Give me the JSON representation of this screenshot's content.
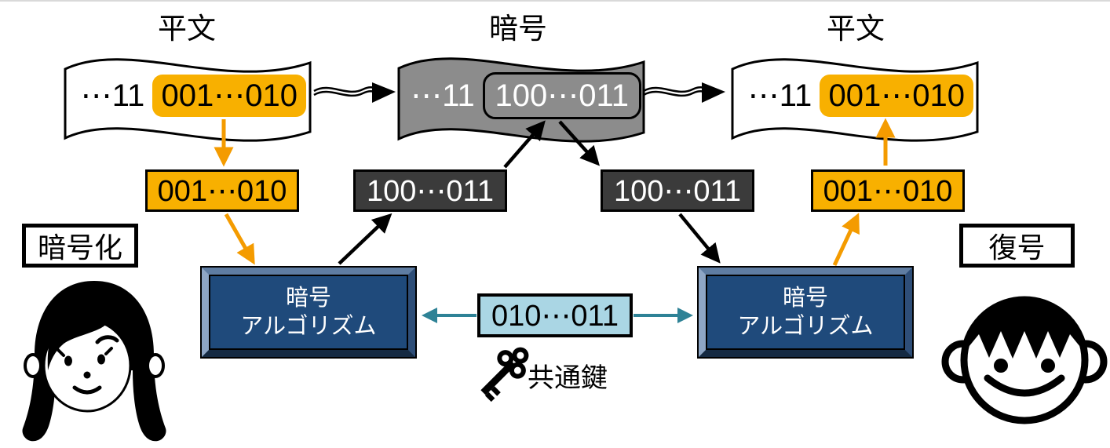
{
  "diagram": {
    "documents": {
      "plaintext_left": {
        "title": "平文",
        "prefix": "⋯11",
        "block": "001⋯010"
      },
      "ciphertext": {
        "title": "暗号",
        "prefix": "⋯11",
        "block": "100⋯011"
      },
      "plaintext_right": {
        "title": "平文",
        "prefix": "⋯11",
        "block": "001⋯010"
      }
    },
    "bit_blocks": {
      "plain_left": "001⋯010",
      "cipher_left": "100⋯011",
      "cipher_right": "100⋯011",
      "plain_right": "001⋯010"
    },
    "stage_labels": {
      "encryption": "暗号化",
      "decryption": "復号"
    },
    "algorithm_box": {
      "line1": "暗号",
      "line2": "アルゴリズム"
    },
    "shared_key": {
      "value": "010⋯011",
      "label": "共通鍵"
    },
    "icons": {
      "sender": "woman-face-icon",
      "receiver": "boy-face-icon",
      "key": "key-icon"
    },
    "colors": {
      "highlight_orange": "#F8B000",
      "arrow_orange": "#F49B00",
      "cipher_block_dark": "#3B3B3B",
      "cipher_doc_gray": "#8C8C8C",
      "algorithm_blue": "#1F4A7B",
      "key_box_blue": "#AAD6E4",
      "key_arrow_teal": "#2E8296"
    }
  }
}
